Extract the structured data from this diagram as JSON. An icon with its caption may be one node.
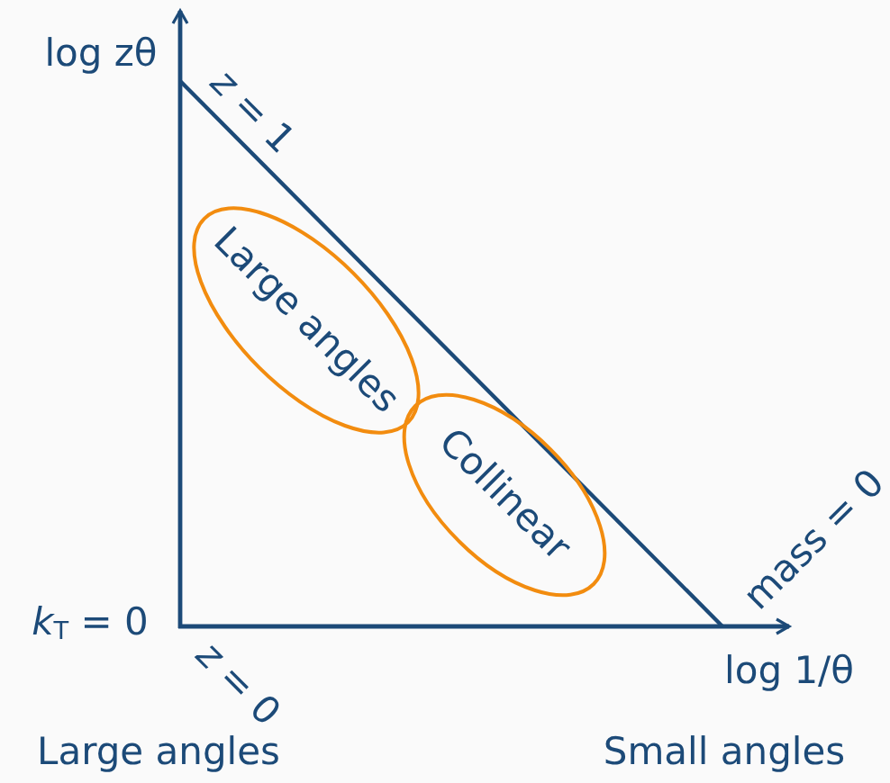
{
  "diagram": {
    "nodes": [
      {
        "text": [
          "Large angles"
        ]
      },
      {
        "text": [
          "Collinear"
        ]
      }
    ],
    "edges": [],
    "labels": [
      "log zθ",
      "*z* = 1",
      "mass = 0",
      "*k*$_{T}$ = 0",
      "log 1/θ",
      "*z* = 0",
      "Large angles",
      "Small angles"
    ]
  }
}
